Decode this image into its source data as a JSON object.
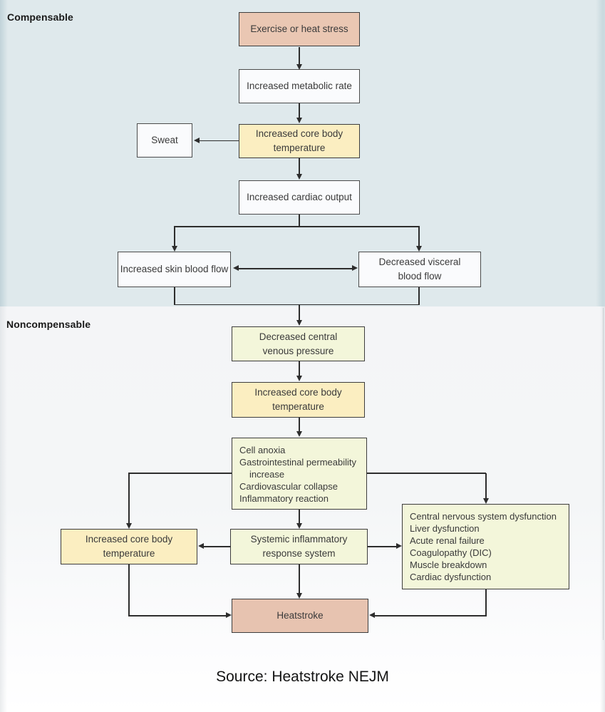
{
  "sections": {
    "compensable": "Compensable",
    "noncompensable": "Noncompensable"
  },
  "nodes": {
    "exercise": {
      "label": "Exercise or heat stress",
      "fill": "#eac7b3"
    },
    "metabolic": {
      "label": "Increased metabolic rate",
      "fill": "#fafbfd"
    },
    "sweat": {
      "label": "Sweat",
      "fill": "#fafbfd"
    },
    "core_temp_1": {
      "label": "Increased core body temperature",
      "fill": "#fbeec1"
    },
    "cardiac": {
      "label": "Increased cardiac output",
      "fill": "#fafbfd"
    },
    "skin_flow": {
      "label": "Increased skin blood flow",
      "fill": "#fafbfd"
    },
    "visceral_flow": {
      "label": "Decreased visceral blood flow",
      "fill": "#fafbfd"
    },
    "venous": {
      "label": "Decreased central venous pressure",
      "fill": "#f3f6da"
    },
    "core_temp_2": {
      "label": "Increased core body temperature",
      "fill": "#fbeec1"
    },
    "anoxia": {
      "fill": "#f3f6da",
      "lines": [
        "Cell anoxia",
        "Gastrointestinal permeability",
        "increase",
        "Cardiovascular collapse",
        "Inflammatory reaction"
      ]
    },
    "core_temp_3": {
      "label": "Increased core body temperature",
      "fill": "#fbeec1"
    },
    "sirs": {
      "label": "Systemic inflammatory response system",
      "fill": "#f3f6da"
    },
    "organs": {
      "fill": "#f3f6da",
      "lines": [
        "Central nervous system dysfunction",
        "Liver dysfunction",
        "Acute renal failure",
        "Coagulopathy (DIC)",
        "Muscle breakdown",
        "Cardiac dysfunction"
      ]
    },
    "heatstroke": {
      "label": "Heatstroke",
      "fill": "#e7c3b0"
    }
  },
  "edges": [
    {
      "from": "exercise",
      "to": "metabolic"
    },
    {
      "from": "metabolic",
      "to": "core_temp_1"
    },
    {
      "from": "core_temp_1",
      "to": "sweat"
    },
    {
      "from": "core_temp_1",
      "to": "cardiac"
    },
    {
      "from": "cardiac",
      "to": "skin_flow"
    },
    {
      "from": "cardiac",
      "to": "visceral_flow"
    },
    {
      "from": "skin_flow",
      "to": "visceral_flow",
      "bidirectional": true
    },
    {
      "from": "skin_flow",
      "to": "venous"
    },
    {
      "from": "visceral_flow",
      "to": "venous"
    },
    {
      "from": "venous",
      "to": "core_temp_2"
    },
    {
      "from": "core_temp_2",
      "to": "anoxia"
    },
    {
      "from": "anoxia",
      "to": "core_temp_3"
    },
    {
      "from": "anoxia",
      "to": "organs"
    },
    {
      "from": "anoxia",
      "to": "sirs"
    },
    {
      "from": "sirs",
      "to": "core_temp_3"
    },
    {
      "from": "sirs",
      "to": "organs"
    },
    {
      "from": "sirs",
      "to": "heatstroke"
    },
    {
      "from": "core_temp_3",
      "to": "heatstroke"
    },
    {
      "from": "organs",
      "to": "heatstroke"
    }
  ],
  "source_caption": "Source: Heatstroke NEJM",
  "colors": {
    "compensable_bg": "#dfe9ec",
    "noncompensable_bg": "#f4f5f7",
    "box_pink": "#eac7b3",
    "box_yellow": "#fbeec1",
    "box_green": "#f3f6da",
    "box_white": "#fafbfd",
    "border": "#3d3d3d",
    "line": "#2d2d2d",
    "text": "#3a3a3a"
  }
}
